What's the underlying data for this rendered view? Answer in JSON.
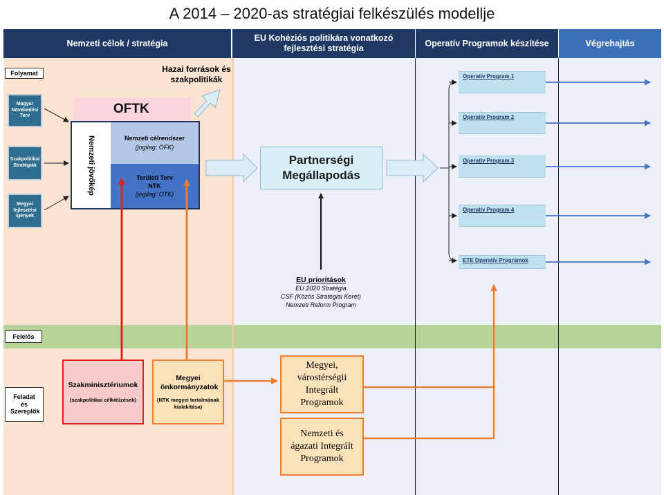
{
  "title": "A 2014 – 2020-as stratégiai felkészülés modellje",
  "headers": {
    "col1": "Nemzeti célok / stratégia",
    "col2": "EU Kohéziós politikára vonatkozó fejlesztési stratégia",
    "col3": "Operatív Programok készítése",
    "col4": "Végrehajtás"
  },
  "rows": {
    "folyamat": "Folyamat",
    "felelos": "Felelős",
    "feladat": "Feladat és Szereplők"
  },
  "left_inputs": [
    "Magyar Növekedési Terv",
    "Szakpolitikai Stratégiák",
    "Megyei fejlesztési igények"
  ],
  "hazai": "Hazai források és szakpolitikák",
  "oftk": {
    "label": "OFTK",
    "jovokep": "Nemzeti jövőkép",
    "celrendszer_title": "Nemzeti célrendszer",
    "celrendszer_sub": "(jogilag: OFK)",
    "teruleti_title": "Területi Terv",
    "teruleti_ntk": "NTK",
    "teruleti_sub": "(jogilag: OTK)"
  },
  "partnerseg": "Partnerségi Megállapodás",
  "eu_prio": {
    "title": "EU prioritások",
    "lines": [
      "EU 2020 Stratégia",
      "CSF (Közös Stratégiai Keret)",
      "Nemzeti Reform Program"
    ]
  },
  "op_programs": [
    "Operatív Program 1",
    "Operatív Program 2",
    "Operatív Program 3",
    "Operatív Program 4",
    "ETE Operatív Programok"
  ],
  "actors": {
    "szakmin_title": "Szakminisztériumok",
    "szakmin_sub": "(szakpolitikai célkitűzések)",
    "megyei_title": "Megyei önkormányzatok",
    "megyei_sub": "(NTK megyei tartalmának kialakítása)",
    "vitp": "Megyei, várostérségii Integrált Programok",
    "naip": "Nemzeti és ágazati Integrált Programok"
  },
  "colors": {
    "header": "#1f3864",
    "header_blue": "#3b6fb6",
    "peach": "#fbe3d2",
    "lavender": "#eef0f9",
    "green_band": "#b7d39a",
    "red_arrow": "#e0201e",
    "orange_arrow": "#ed7d31"
  }
}
